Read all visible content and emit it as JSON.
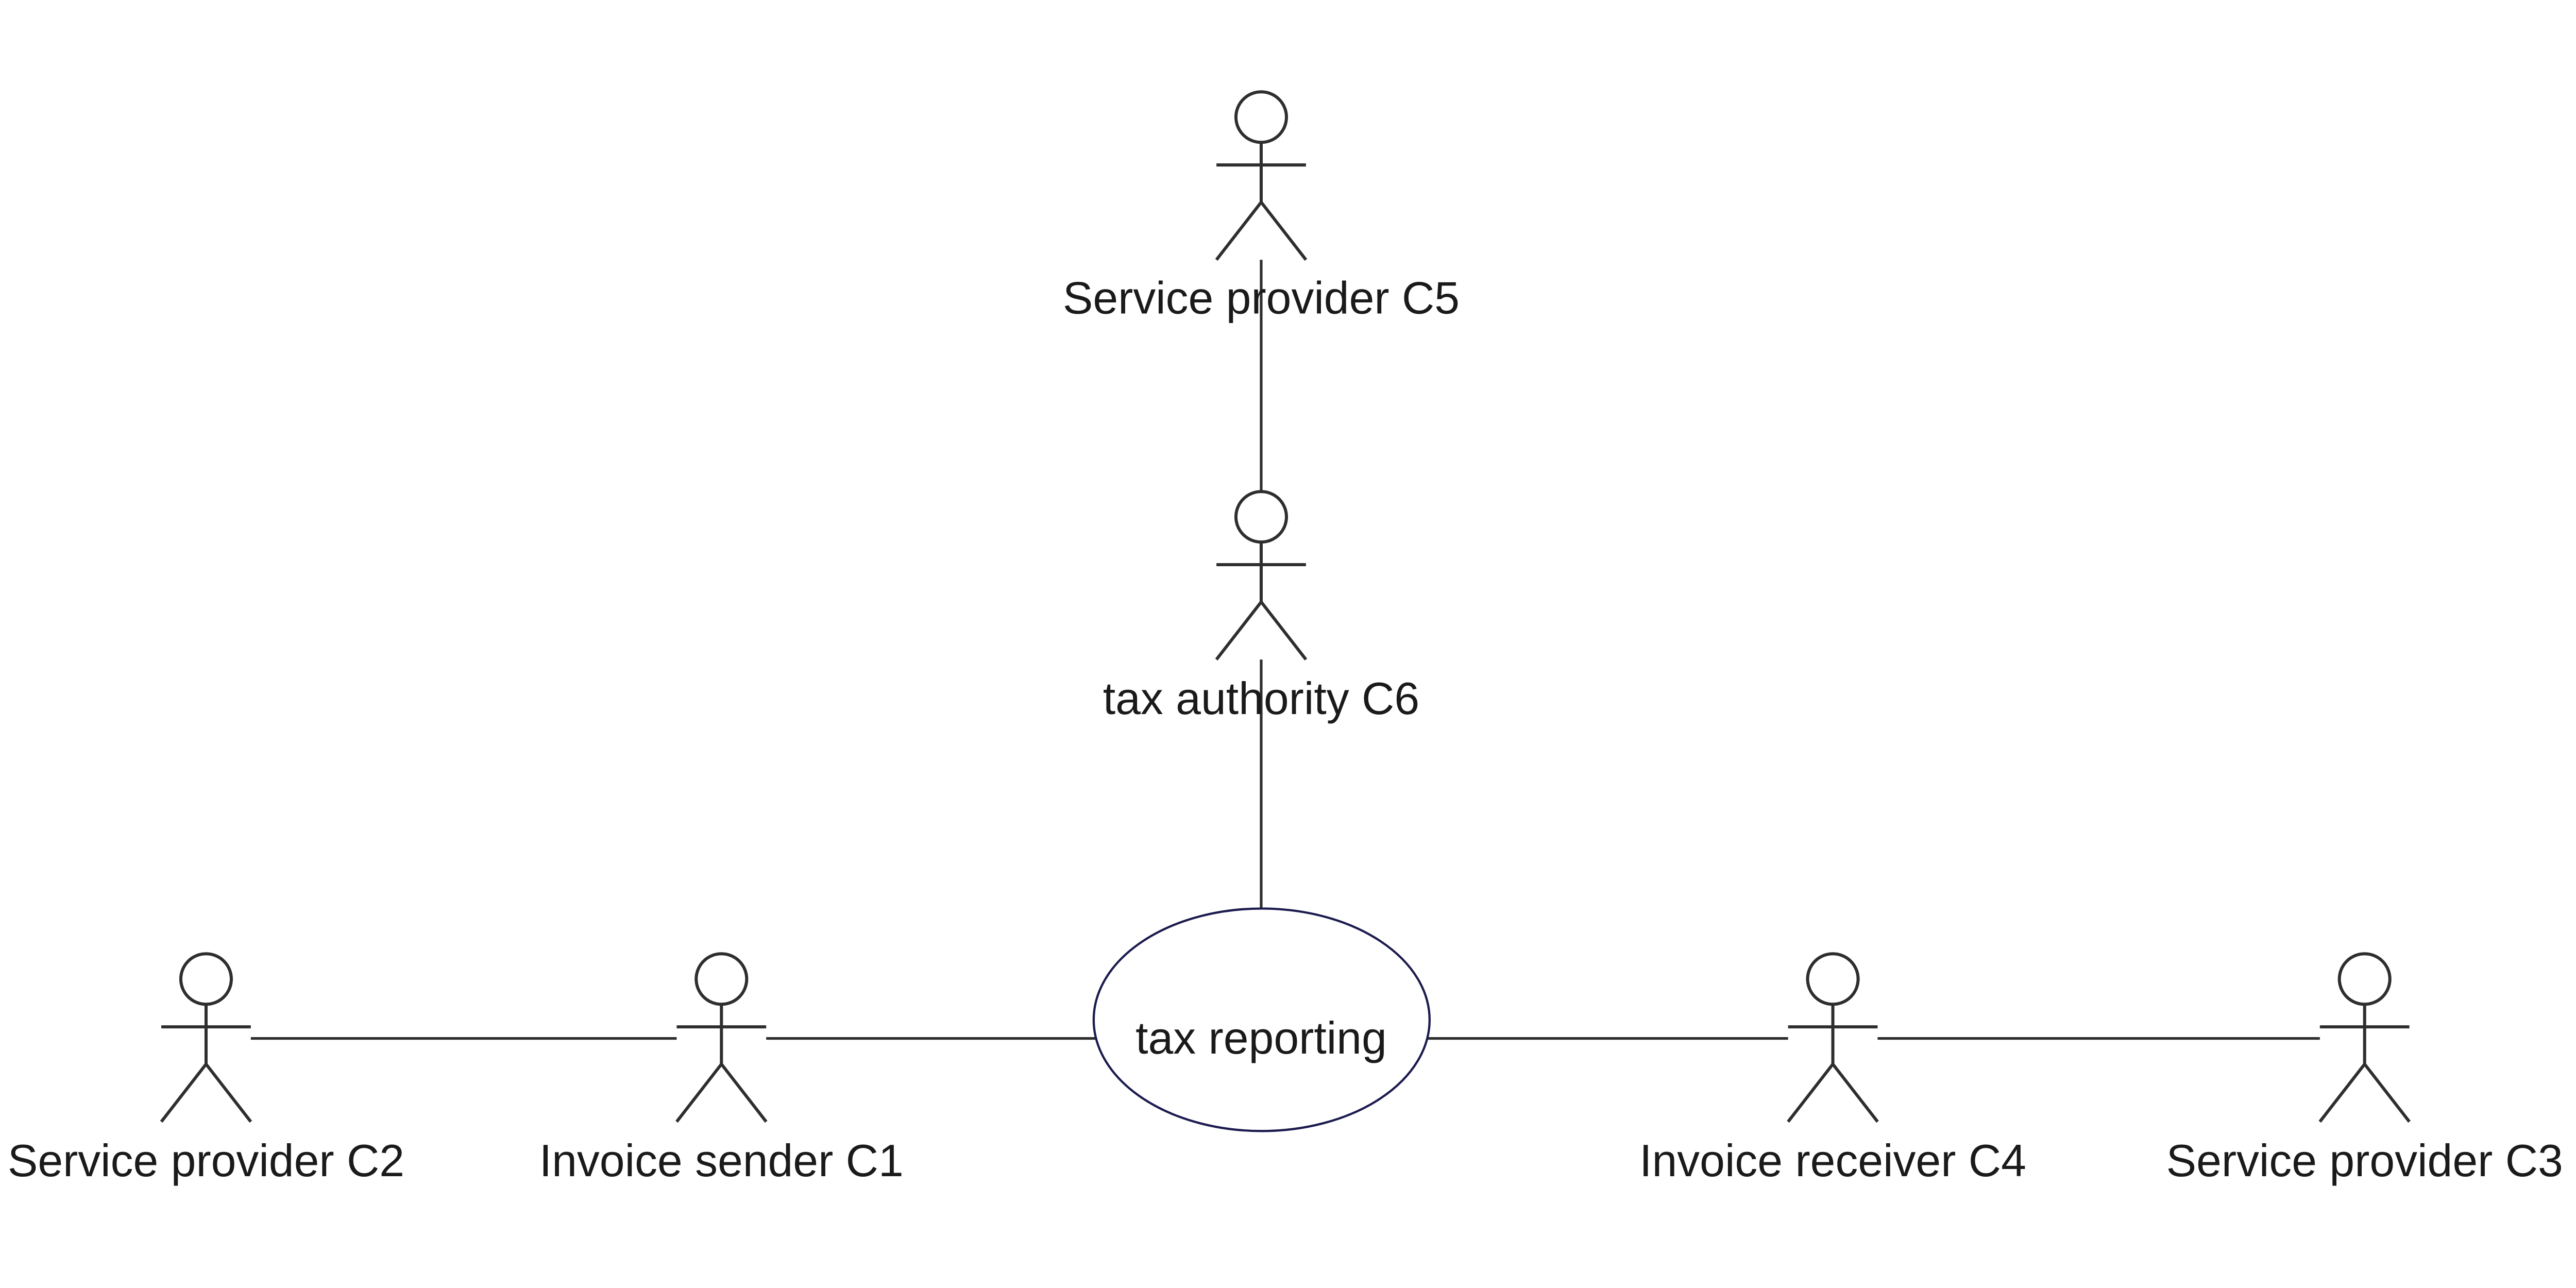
{
  "diagram": {
    "kind": "use-case-diagram",
    "background_color": "#ffffff",
    "line_color": "#2e2e2e",
    "text_color": "#1a1a1a",
    "use_case": {
      "label": "tax reporting",
      "stroke_color": "#1b1b4f",
      "fill_color": "#ffffff"
    },
    "actors": [
      {
        "id": "service-provider-c5",
        "label": "Service provider C5"
      },
      {
        "id": "tax-authority-c6",
        "label": "tax authority C6"
      },
      {
        "id": "service-provider-c2",
        "label": "Service provider C2"
      },
      {
        "id": "invoice-sender-c1",
        "label": "Invoice sender C1"
      },
      {
        "id": "invoice-receiver-c4",
        "label": "Invoice receiver C4"
      },
      {
        "id": "service-provider-c3",
        "label": "Service provider C3"
      }
    ],
    "associations": [
      {
        "from": "service-provider-c5",
        "to": "tax-authority-c6"
      },
      {
        "from": "tax-authority-c6",
        "to": "tax-reporting-use-case"
      },
      {
        "from": "service-provider-c2",
        "to": "invoice-sender-c1"
      },
      {
        "from": "invoice-sender-c1",
        "to": "tax-reporting-use-case"
      },
      {
        "from": "tax-reporting-use-case",
        "to": "invoice-receiver-c4"
      },
      {
        "from": "invoice-receiver-c4",
        "to": "service-provider-c3"
      }
    ]
  }
}
